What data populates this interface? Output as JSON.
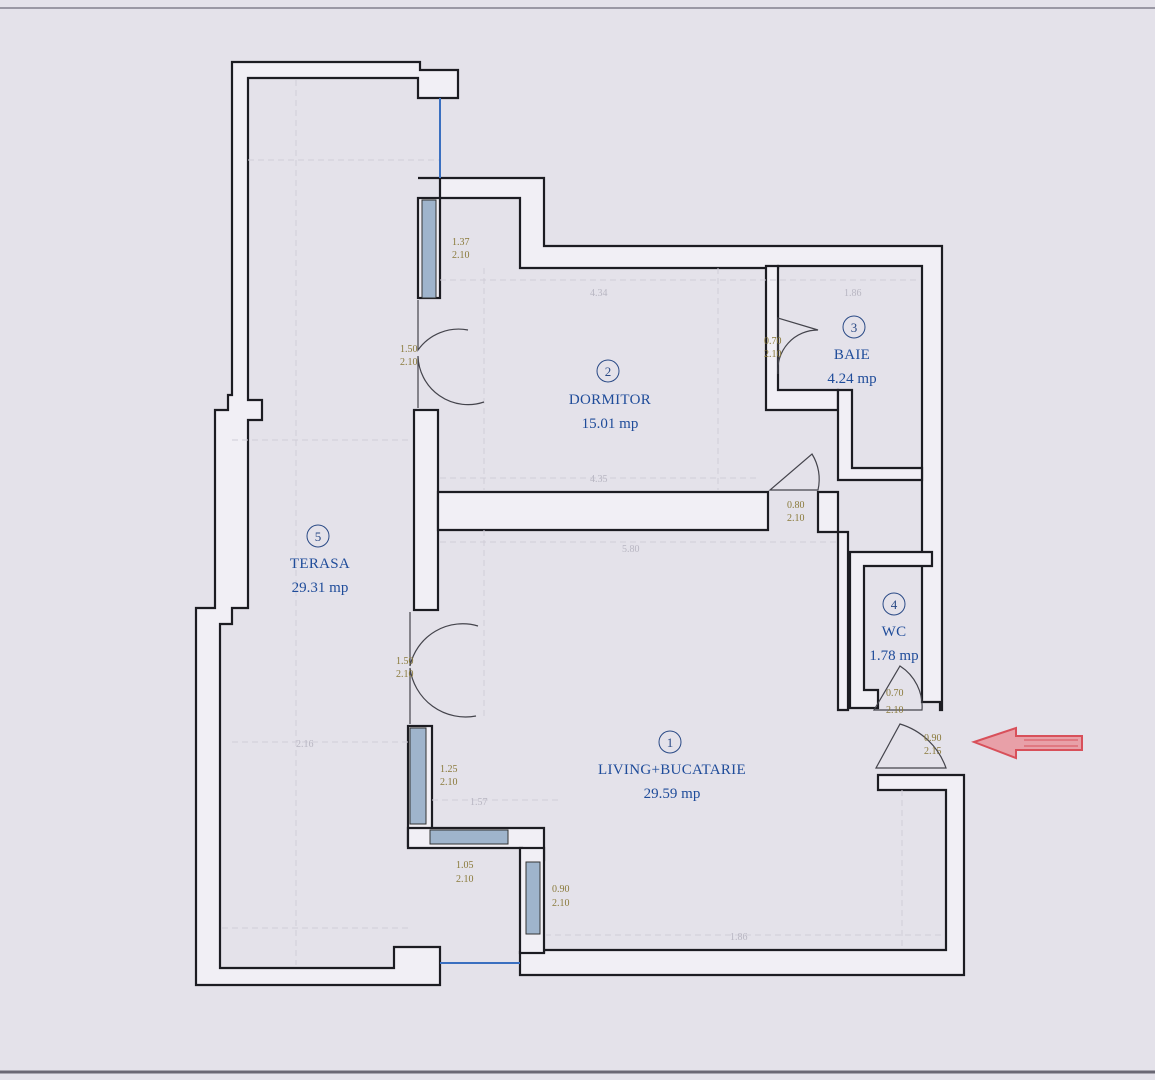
{
  "rooms": [
    {
      "number": "1",
      "name": "LIVING+BUCATARIE",
      "area": "29.59 mp"
    },
    {
      "number": "2",
      "name": "DORMITOR",
      "area": "15.01 mp"
    },
    {
      "number": "3",
      "name": "BAIE",
      "area": "4.24 mp"
    },
    {
      "number": "4",
      "name": "WC",
      "area": "1.78 mp"
    },
    {
      "number": "5",
      "name": "TERASA",
      "area": "29.31 mp"
    }
  ],
  "openings": [
    {
      "width": "1.37",
      "height": "2.10"
    },
    {
      "width": "1.50",
      "height": "2.10"
    },
    {
      "width": "0.70",
      "height": "2.10"
    },
    {
      "width": "0.80",
      "height": "2.10"
    },
    {
      "width": "1.50",
      "height": "2.10"
    },
    {
      "width": "0.70",
      "height": "2.10"
    },
    {
      "width": "0.90",
      "height": "2.15"
    },
    {
      "width": "1.25",
      "height": "2.10"
    },
    {
      "width": "1.05",
      "height": "2.10"
    },
    {
      "width": "0.90",
      "height": "2.10"
    }
  ],
  "dimensions": [
    "4.34",
    "1.86",
    "4.35",
    "5.80",
    "2.16",
    "1.57",
    "1.86"
  ],
  "colors": {
    "wall": "#1c1c22",
    "label": "#1f4c9a",
    "opening_label": "#8a7a3a",
    "entrance_arrow": "#d8505a"
  },
  "icons": {
    "entrance": "arrow-left-icon"
  }
}
